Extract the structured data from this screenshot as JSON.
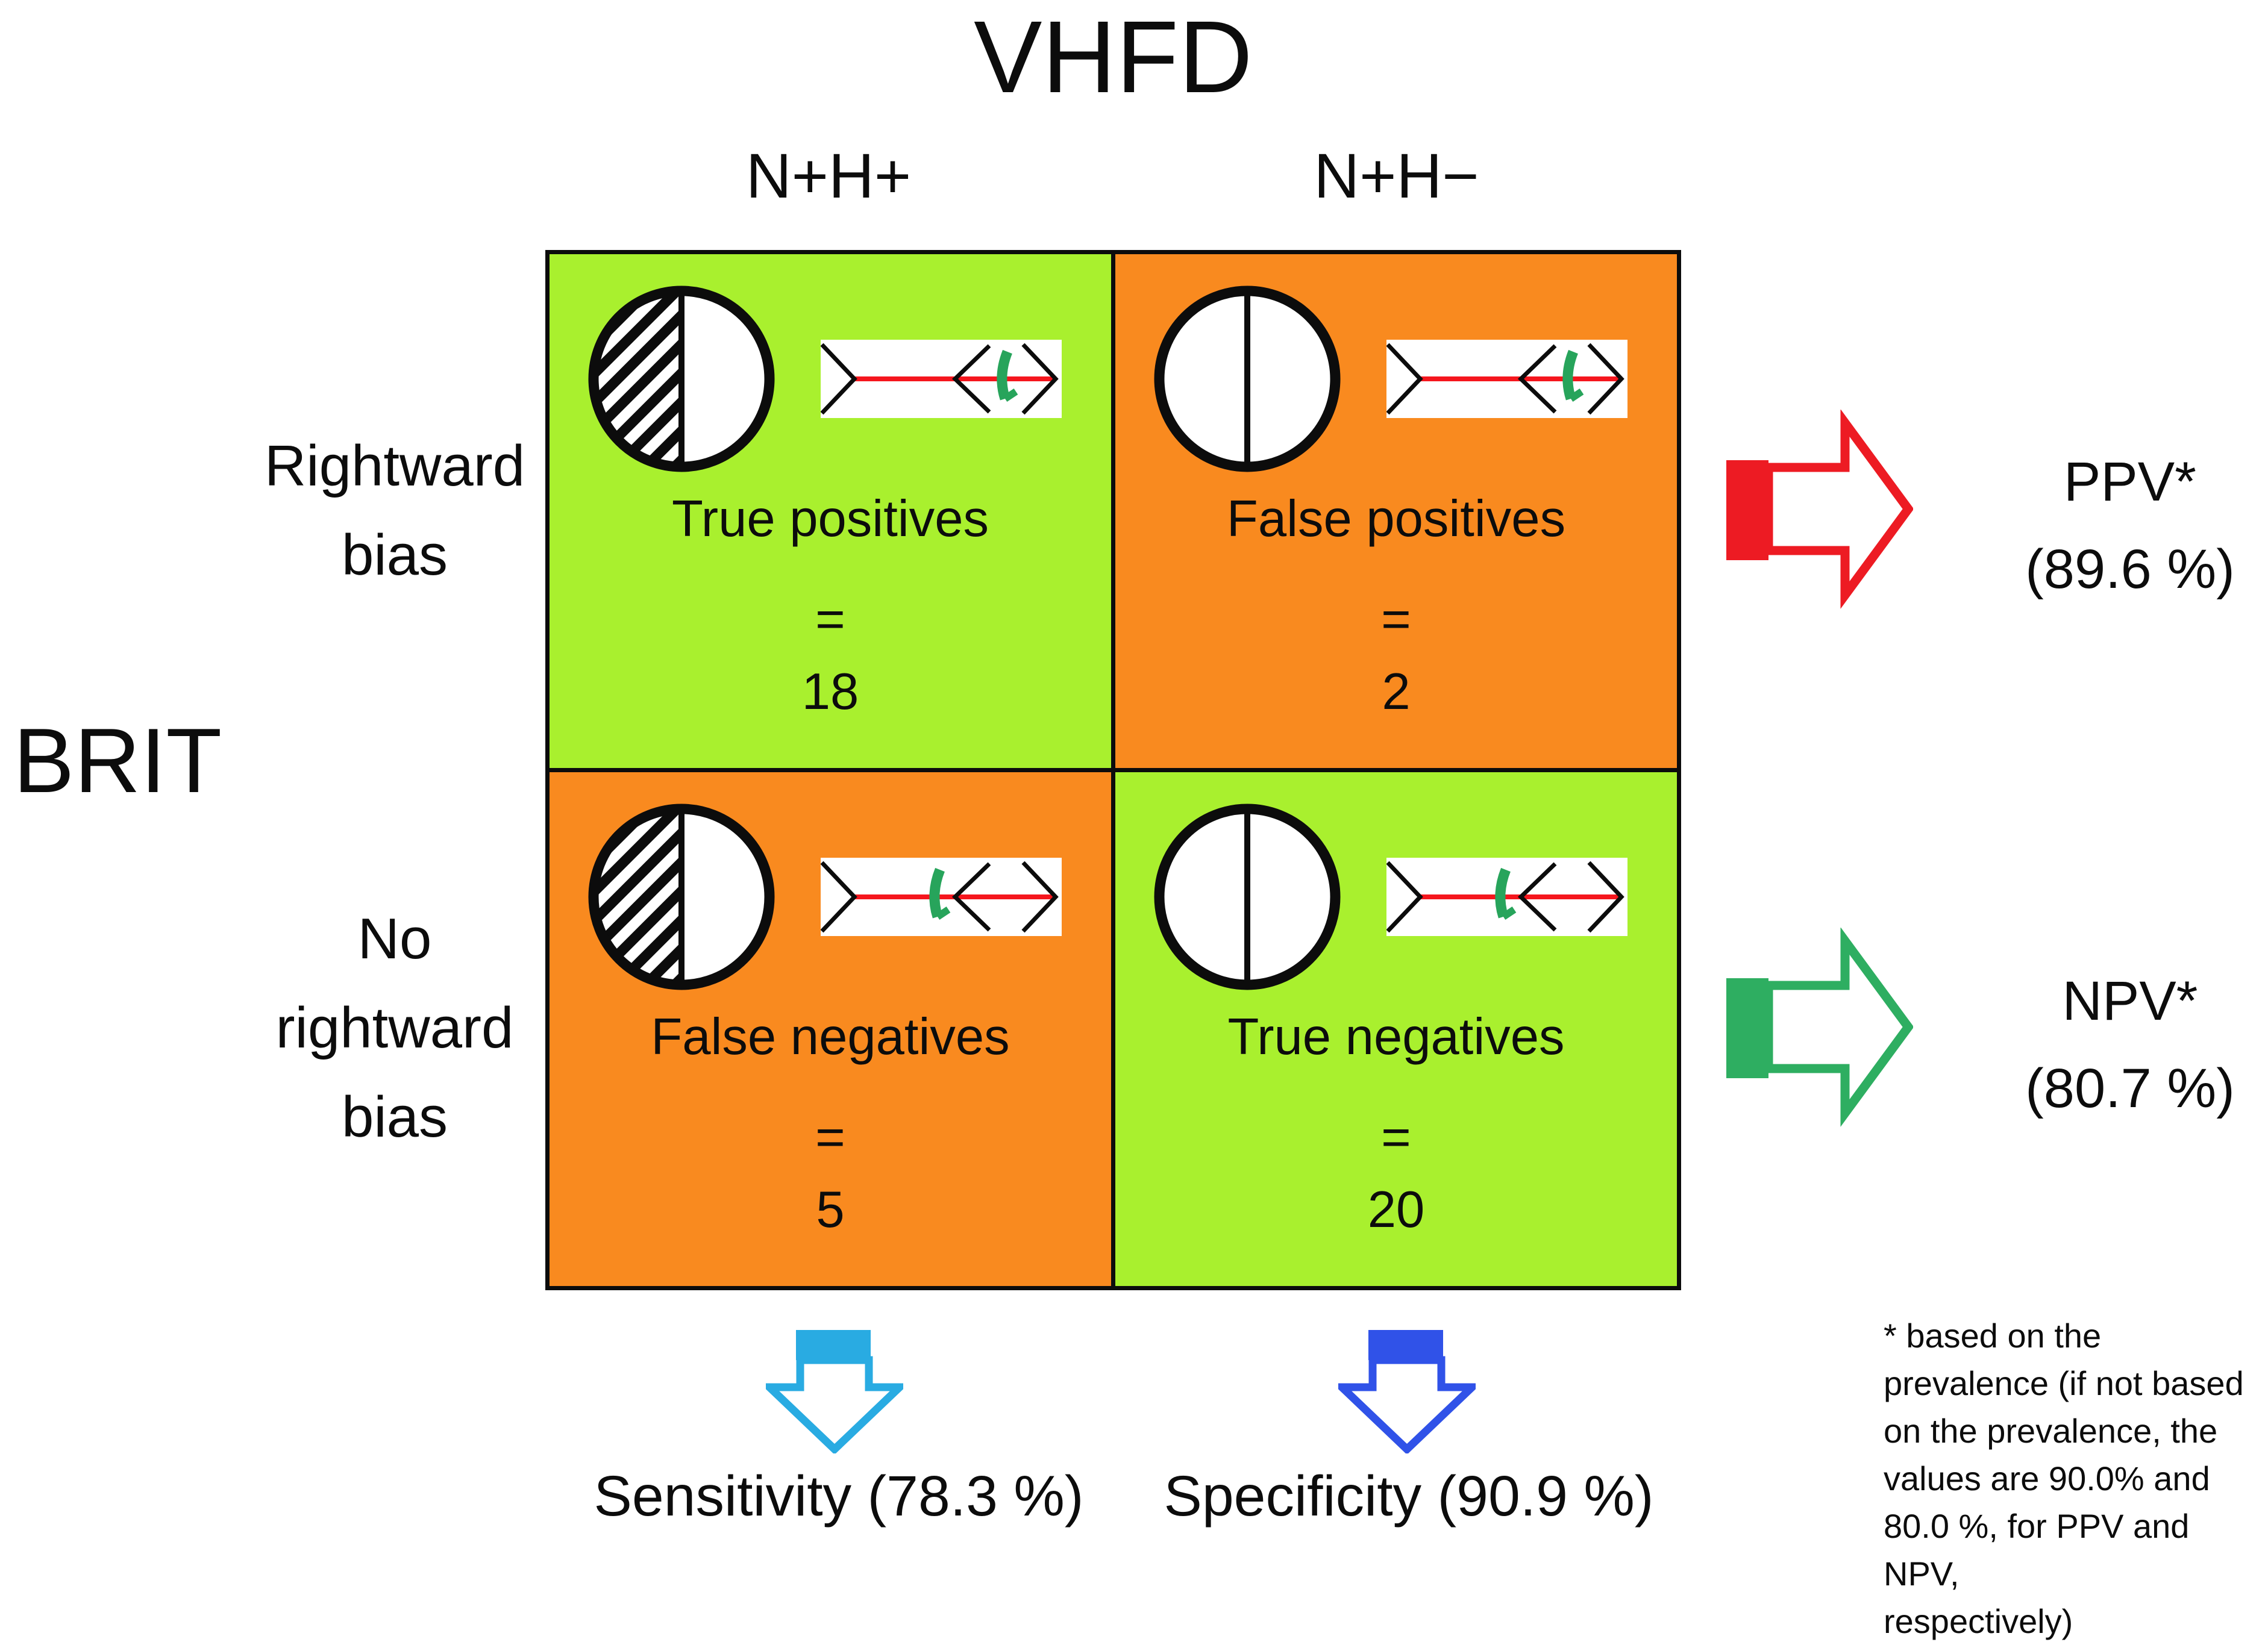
{
  "title": "VHFD",
  "row_axis": "BRIT",
  "columns": {
    "col1": "N+H+",
    "col2": "N+H−"
  },
  "rows": {
    "row1": {
      "line1": "Rightward",
      "line2": "bias"
    },
    "row2": {
      "line1": "No",
      "line2": "rightward",
      "line3": "bias"
    }
  },
  "cells": {
    "tl": {
      "label": "True positives",
      "eq": "=",
      "value": "18"
    },
    "tr": {
      "label": "False positives",
      "eq": "=",
      "value": "2"
    },
    "bl": {
      "label": "False negatives",
      "eq": "=",
      "value": "5"
    },
    "br": {
      "label": "True negatives",
      "eq": "=",
      "value": "20"
    }
  },
  "metrics": {
    "ppv": {
      "line1": "PPV*",
      "line2": "(89.6 %)"
    },
    "npv": {
      "line1": "NPV*",
      "line2": "(80.7 %)"
    },
    "sensitivity": "Sensitivity (78.3 %)",
    "specificity": "Specificity (90.9 %)"
  },
  "footnote": {
    "l1": "* based on the",
    "l2": "prevalence (if not based",
    "l3": "on the prevalence, the",
    "l4": "values are 90.0% and",
    "l5": "80.0 %, for PPV and NPV,",
    "l6": "respectively)"
  },
  "colors": {
    "cell_green": "#a9f02e",
    "cell_orange": "#f98a1f",
    "ppv_red": "#ed1b23",
    "npv_green": "#2eae61",
    "sens_cyan": "#29abe2",
    "spec_blue": "#3052e8",
    "illusion_red": "#f5161d",
    "mark_green": "#27a45b"
  }
}
